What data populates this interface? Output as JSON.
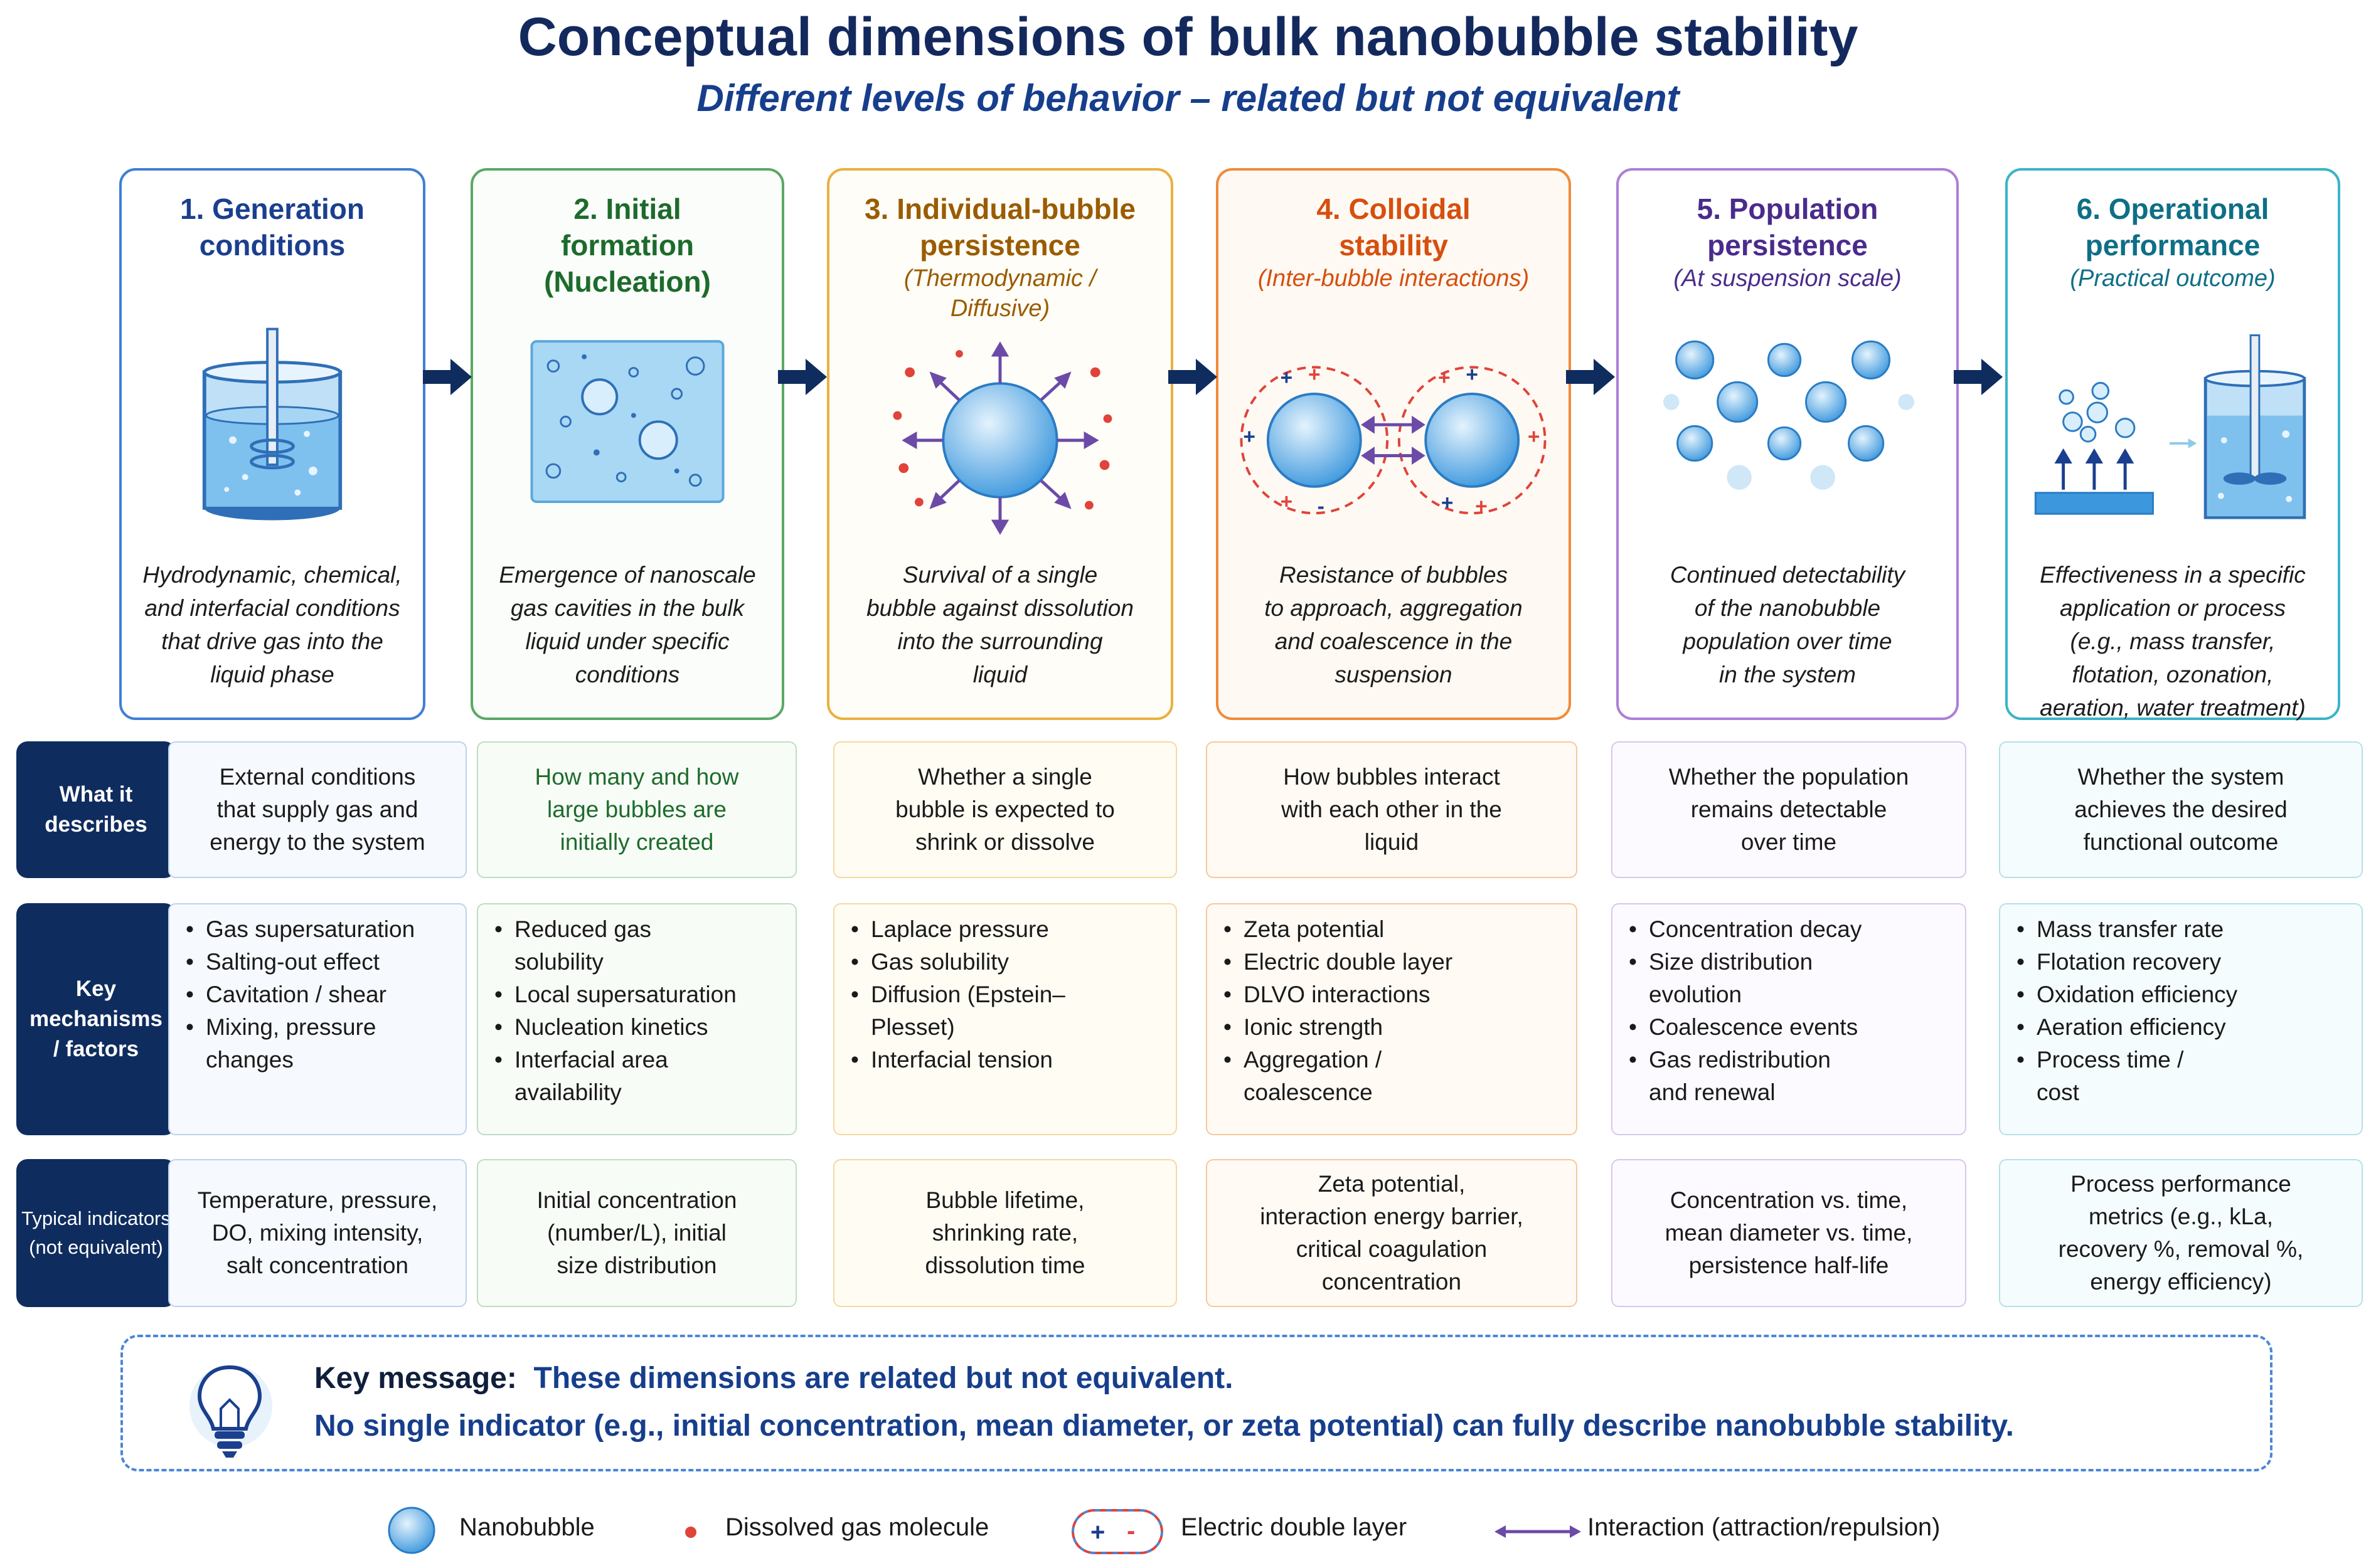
{
  "title": "Conceptual dimensions of bulk nanobubble stability",
  "subtitle": "Different levels of behavior – related but not equivalent",
  "cards": [
    {
      "title": "1. Generation\nconditions",
      "sub": "",
      "desc": "Hydrodynamic, chemical,\nand interfacial conditions\nthat drive gas into the\nliquid phase",
      "color": "#1b3f8f"
    },
    {
      "title": "2. Initial\nformation\n(Nucleation)",
      "sub": "",
      "desc": "Emergence of nanoscale\ngas cavities in the bulk\nliquid under specific\nconditions",
      "color": "#1d6b2c"
    },
    {
      "title": "3. Individual-bubble\npersistence",
      "sub": "(Thermodynamic /\nDiffusive)",
      "desc": "Survival of a single\nbubble against dissolution\ninto the surrounding\nliquid",
      "color": "#9a5c00"
    },
    {
      "title": "4. Colloidal\nstability",
      "sub": "(Inter-bubble interactions)",
      "desc": "Resistance of bubbles\nto approach, aggregation\nand coalescence in the\nsuspension",
      "color": "#d64f0f"
    },
    {
      "title": "5. Population\npersistence",
      "sub": "(At suspension scale)",
      "desc": "Continued detectability\nof the nanobubble\npopulation over time\nin the system",
      "color": "#4a2b8c"
    },
    {
      "title": "6. Operational\nperformance",
      "sub": "(Practical outcome)",
      "desc": "Effectiveness in a specific\napplication or process\n(e.g., mass transfer,\nflotation, ozonation,\naeration, water treatment)",
      "color": "#0e6f86"
    }
  ],
  "rows": {
    "describes": {
      "label": "What it\ndescribes",
      "cells": [
        "External conditions\nthat supply gas and\nenergy to the system",
        "How many and how\nlarge bubbles are\ninitially created",
        "Whether a single\nbubble is expected to\nshrink or dissolve",
        "How bubbles interact\nwith each other in the\nliquid",
        "Whether the population\nremains detectable\nover time",
        "Whether the system\nachieves the desired\nfunctional outcome"
      ]
    },
    "mechanisms": {
      "label": "Key\nmechanisms\n/ factors",
      "cells": [
        [
          "Gas supersaturation",
          "Salting-out effect",
          "Cavitation / shear",
          "Mixing, pressure\nchanges"
        ],
        [
          "Reduced gas\nsolubility",
          "Local supersaturation",
          "Nucleation kinetics",
          "Interfacial area\navailability"
        ],
        [
          "Laplace pressure",
          "Gas solubility",
          "Diffusion (Epstein–\nPlesset)",
          "Interfacial tension"
        ],
        [
          "Zeta potential",
          "Electric double layer",
          "DLVO interactions",
          "Ionic strength",
          "Aggregation /\ncoalescence"
        ],
        [
          "Concentration decay",
          "Size distribution\nevolution",
          "Coalescence events",
          "Gas redistribution\nand renewal"
        ],
        [
          "Mass transfer rate",
          "Flotation recovery",
          "Oxidation efficiency",
          "Aeration efficiency",
          "Process time /\ncost"
        ]
      ]
    },
    "indicators": {
      "label": "Typical indicators\n(not equivalent)",
      "cells": [
        "Temperature, pressure,\nDO, mixing intensity,\nsalt concentration",
        "Initial concentration\n(number/L), initial\nsize distribution",
        "Bubble lifetime,\nshrinking rate,\ndissolution time",
        "Zeta potential,\ninteraction energy barrier,\ncritical coagulation\nconcentration",
        "Concentration vs. time,\nmean diameter vs. time,\npersistence half-life",
        "Process performance\nmetrics (e.g., kLa,\nrecovery %, removal %,\nenergy efficiency)"
      ]
    }
  },
  "key_message": {
    "label": "Key message:",
    "line1": "These dimensions are related but not equivalent.",
    "line2": "No single indicator (e.g., initial concentration, mean diameter, or zeta potential) can fully describe nanobubble stability."
  },
  "legend": {
    "nanobubble": "Nanobubble",
    "gas": "Dissolved gas molecule",
    "edl": "Electric double layer",
    "interaction": "Interaction (attraction/repulsion)"
  },
  "colors": {
    "navy": "#0f2c5e",
    "bubble": "#4fa6e6",
    "gas_dot": "#e0433a"
  }
}
